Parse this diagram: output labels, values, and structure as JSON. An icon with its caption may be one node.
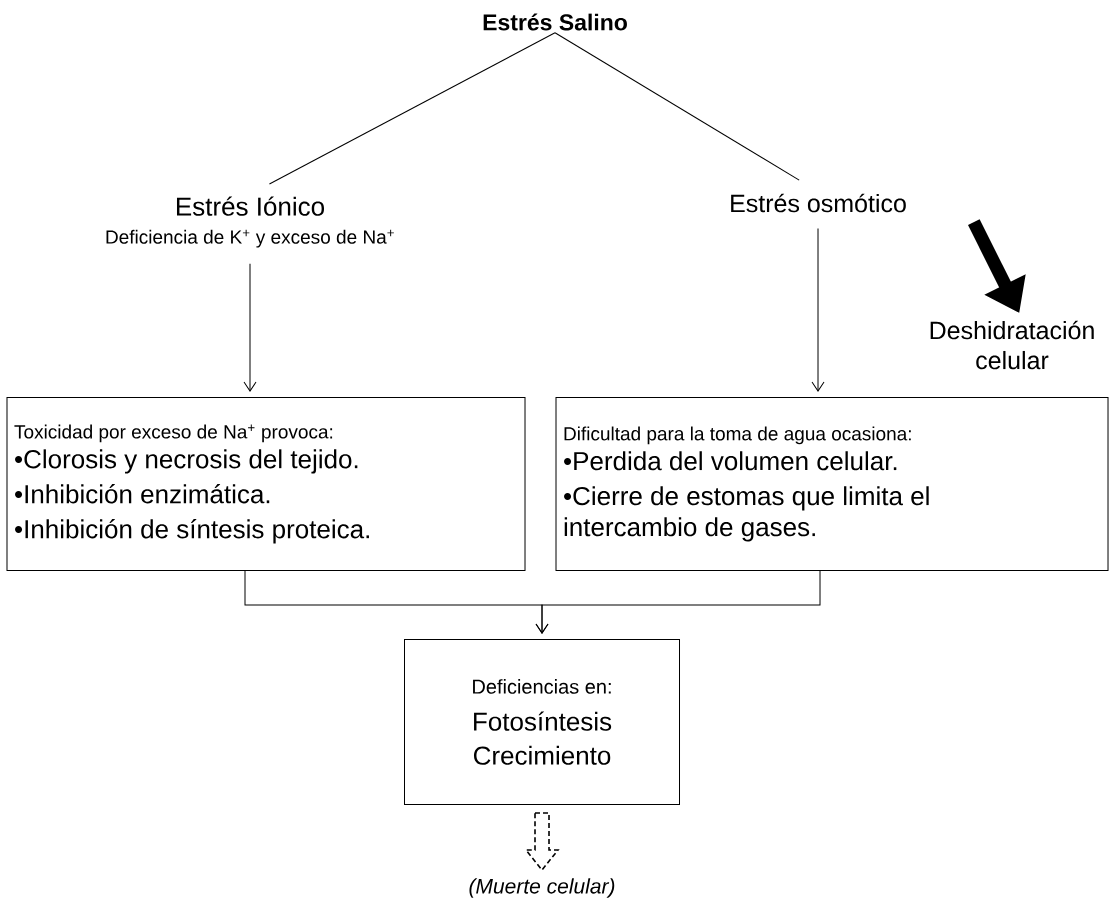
{
  "diagram": {
    "nodes": [
      {
        "text": [
          "Estrés Salino"
        ]
      },
      {
        "text": [
          "Estrés Iónico",
          "Deficiencia de K$^{+}$ y exceso de Na$^{+}$"
        ]
      },
      {
        "text": [
          "Estrés osmótico"
        ]
      },
      {
        "text": [
          "Deshidratación celular"
        ]
      },
      {
        "text": [
          "Toxicidad por exceso de Na$^{+}$ provoca:",
          "•Clorosis y necrosis del tejido.",
          "•Inhibición enzimática.",
          "•Inhibición de síntesis proteica."
        ]
      },
      {
        "text": [
          "Dificultad para la toma de agua ocasiona:",
          "•Perdida del volumen celular.",
          "•Cierre de estomas que limita el intercambio de gases."
        ]
      },
      {
        "text": [
          "Deficiencias en:",
          "Fotosíntesis",
          "Crecimiento"
        ]
      },
      {
        "text": [
          "(Muerte celular)"
        ]
      }
    ],
    "edges": [
      {
        "from": 0,
        "to": 1,
        "arrow": "none"
      },
      {
        "from": 0,
        "to": 2,
        "arrow": "none"
      },
      {
        "from": 2,
        "to": 3,
        "arrow": "to",
        "style": "thick"
      },
      {
        "from": 1,
        "to": 4,
        "arrow": "to"
      },
      {
        "from": 2,
        "to": 5,
        "arrow": "to"
      },
      {
        "from": 4,
        "to": 6,
        "arrow": "to"
      },
      {
        "from": 5,
        "to": 6,
        "arrow": "to"
      },
      {
        "from": 6,
        "to": 7,
        "arrow": "to",
        "style": "dashed"
      }
    ]
  }
}
